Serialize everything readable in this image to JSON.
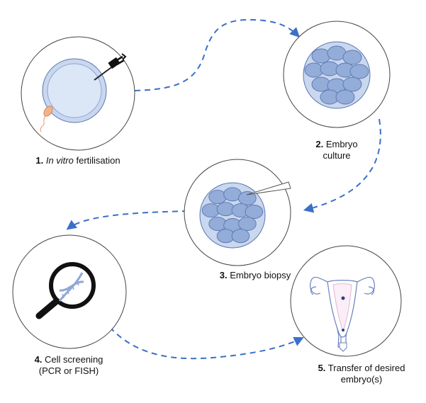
{
  "colors": {
    "arrow": "#3b6fc9",
    "circle_stroke": "#444444",
    "cell_fill": "#93acd8",
    "cell_stroke": "#5a76b0",
    "zona_fill": "#c9d7ef",
    "sperm": "#e8956a",
    "dna": "#8fa7d6",
    "uterus_outline": "#6b80c2",
    "uterus_inner": "#e3b6d6"
  },
  "icons": [
    "pipette-icon",
    "sperm-icon",
    "biopsy-needle-icon",
    "magnifier-icon",
    "dna-icon",
    "uterus-icon"
  ],
  "steps": [
    {
      "number": "1.",
      "italic": "In vitro",
      "text": " fertilisation"
    },
    {
      "number": "2.",
      "line1": " Embryo",
      "line2": "culture"
    },
    {
      "number": "3.",
      "text": " Embryo biopsy"
    },
    {
      "number": "4.",
      "line1": " Cell screening",
      "line2": "(PCR or FISH)"
    },
    {
      "number": "5.",
      "line1": " Transfer of desired",
      "line2": "embryo(s)"
    }
  ]
}
